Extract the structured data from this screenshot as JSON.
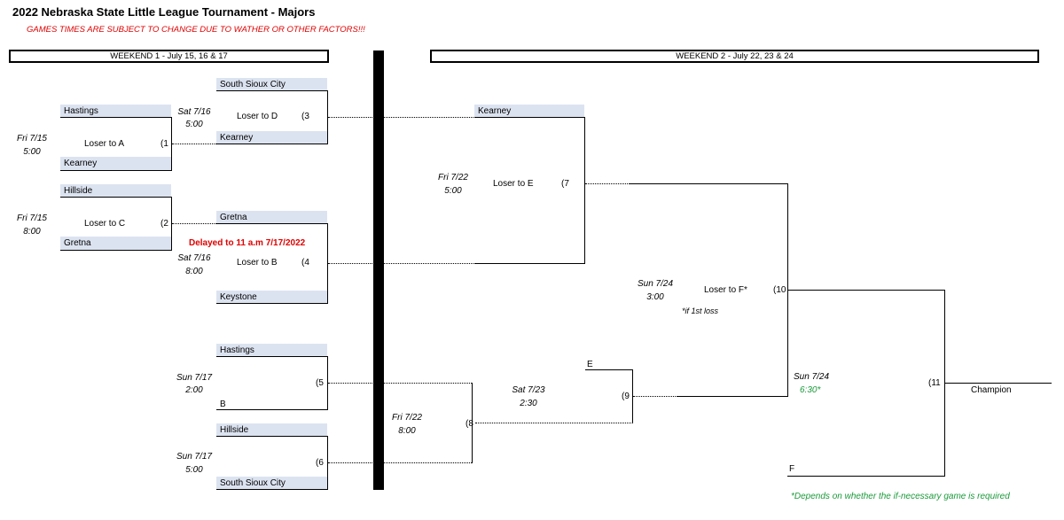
{
  "header": {
    "title": "2022 Nebraska State Little League Tournament - Majors",
    "subtitle": "GAMES TIMES ARE SUBJECT TO CHANGE DUE TO WATHER OR OTHER FACTORS!!!"
  },
  "weekends": {
    "w1": "WEEKEND 1 - July 15, 16 & 17",
    "w2": "WEEKEND 2 - July 22, 23 & 24"
  },
  "games": {
    "g1": {
      "top": "Hastings",
      "bottom": "Kearney",
      "day": "Fri 7/15",
      "time": "5:00",
      "loser": "Loser to A",
      "num": "(1"
    },
    "g2": {
      "top": "Hillside",
      "bottom": "Gretna",
      "day": "Fri 7/15",
      "time": "8:00",
      "loser": "Loser to C",
      "num": "(2"
    },
    "g3": {
      "top": "South Sioux City",
      "bottom": "Kearney",
      "day": "Sat 7/16",
      "time": "5:00",
      "loser": "Loser to D",
      "num": "(3"
    },
    "g4": {
      "top": "Gretna",
      "bottom": "Keystone",
      "day": "Sat 7/16",
      "time": "8:00",
      "loser": "Loser to B",
      "num": "(4",
      "note": "Delayed to 11 a.m 7/17/2022"
    },
    "g5": {
      "top": "Hastings",
      "bottom": "B",
      "day": "Sun 7/17",
      "time": "2:00",
      "num": "(5"
    },
    "g6": {
      "top": "Hillside",
      "bottom": "South Sioux City",
      "day": "Sun 7/17",
      "time": "5:00",
      "num": "(6"
    },
    "g7": {
      "top": "Kearney",
      "day": "Fri 7/22",
      "time": "5:00",
      "loser": "Loser to E",
      "num": "(7"
    },
    "g8": {
      "day": "Fri 7/22",
      "time": "8:00",
      "num": "(8"
    },
    "g9": {
      "top": "E",
      "day": "Sat 7/23",
      "time": "2:30",
      "num": "(9"
    },
    "g10": {
      "day": "Sun 7/24",
      "time": "3:00",
      "loser": "Loser to F*",
      "num": "(10",
      "note": "*if 1st loss"
    },
    "g11": {
      "bottom": "F",
      "day": "Sun 7/24",
      "time": "6:30*",
      "num": "(11",
      "result": "Champion"
    }
  },
  "footnote": "*Depends on whether the if-necessary game is required"
}
